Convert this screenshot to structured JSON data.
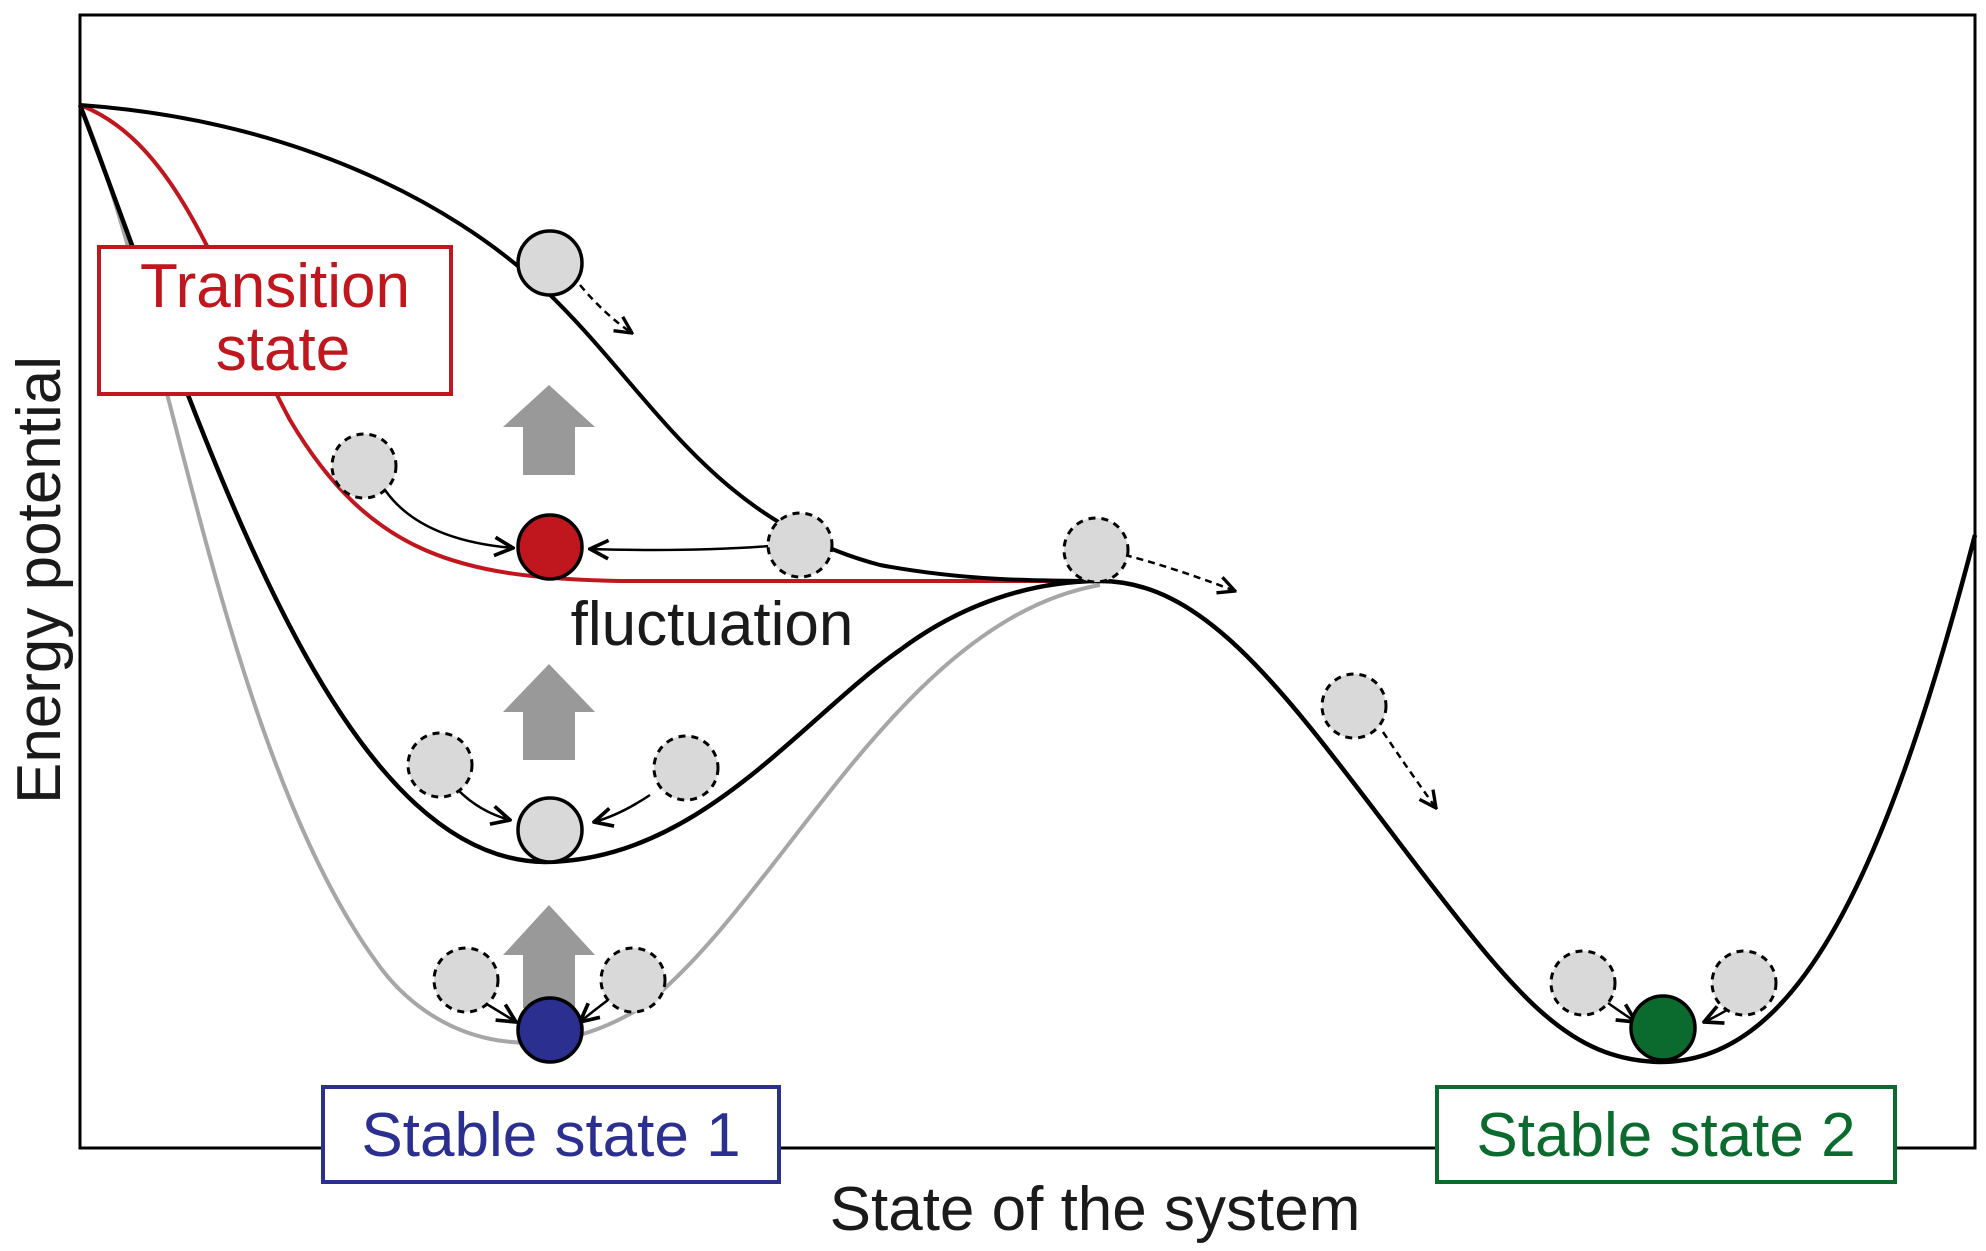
{
  "axes": {
    "xlabel": "State of the system",
    "ylabel": "Energy potential"
  },
  "labels": {
    "transition_state": [
      "Transition",
      "state"
    ],
    "stable_state_1": "Stable state 1",
    "stable_state_2": "Stable state 2",
    "fluctuation": "fluctuation"
  },
  "colors": {
    "transition": "#c0161d",
    "stable1": "#2b2f8f",
    "stable2": "#0b6b2e",
    "ball_gray": "#d9d9d9",
    "arrow_gray": "#999999",
    "curve_gray": "#a6a6a6",
    "ink": "#000000"
  }
}
